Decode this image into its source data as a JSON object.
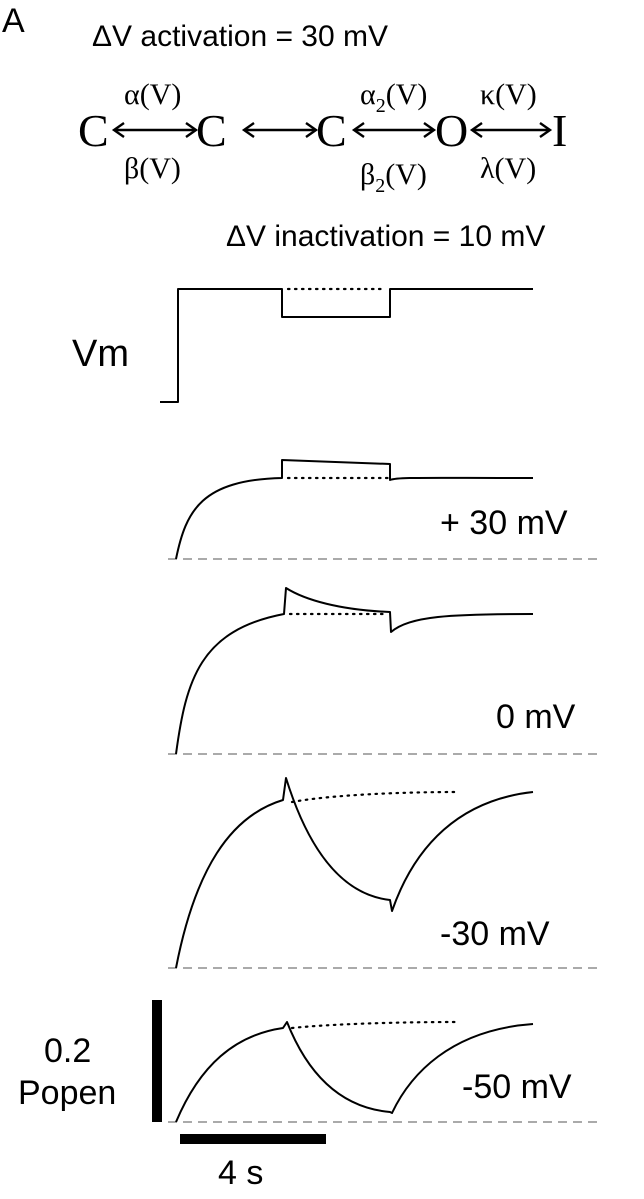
{
  "panel_label": "A",
  "scheme": {
    "activation_text": "ΔV activation  = 30 mV",
    "inactivation_text": "ΔV inactivation = 10 mV",
    "states": [
      "C",
      "C",
      "C",
      "O",
      "I"
    ],
    "rates": {
      "alpha": "α(V)",
      "beta": "β(V)",
      "alpha2": "α",
      "alpha2_sub": "2",
      "beta2": "β",
      "beta2_sub": "2",
      "v_suffix": "(V)",
      "kappa": "κ(V)",
      "lambda": "λ(V)"
    }
  },
  "voltage_label": "Vm",
  "traces": [
    {
      "label": "+ 30 mV"
    },
    {
      "label": "0 mV"
    },
    {
      "label": "-30 mV"
    },
    {
      "label": "-50 mV"
    }
  ],
  "scalebar": {
    "y_value": "0.2",
    "y_label": "Popen",
    "x_label": "4 s"
  }
}
